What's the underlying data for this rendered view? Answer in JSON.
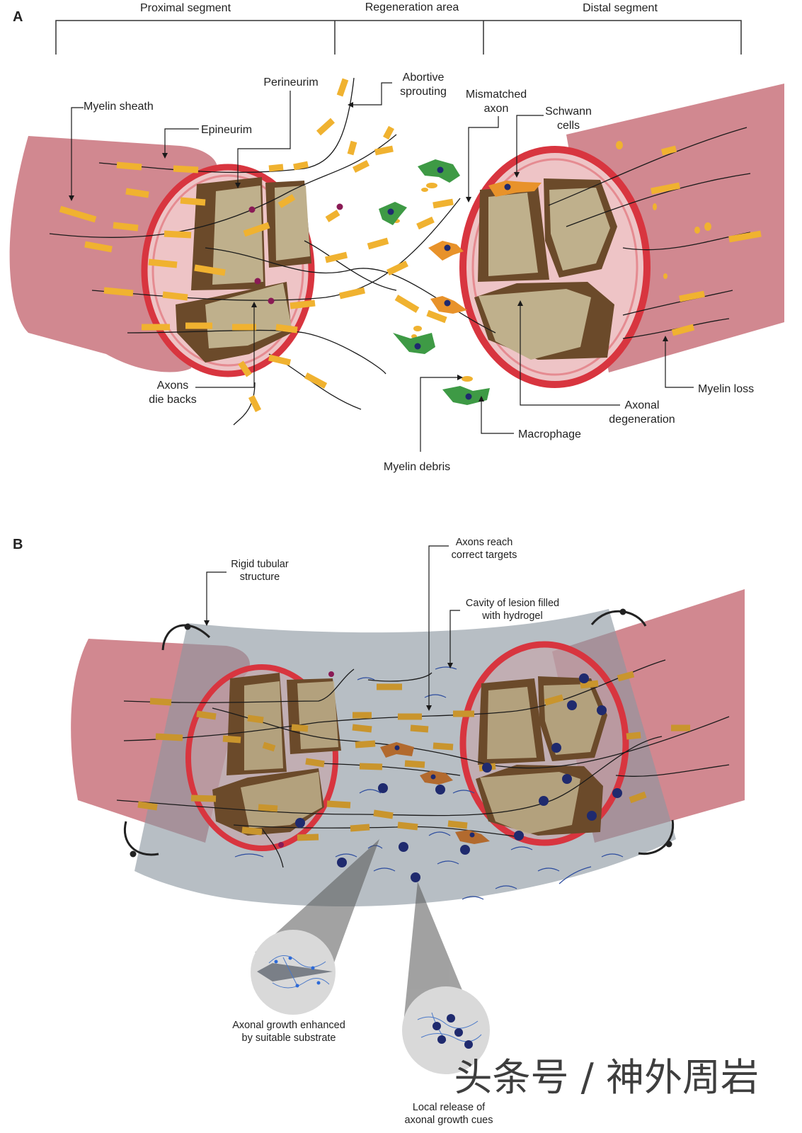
{
  "panel_a": {
    "letter": "A",
    "regions": {
      "proximal": "Proximal segment",
      "regeneration": "Regeneration area",
      "distal": "Distal segment"
    },
    "labels": {
      "myelin_sheath": "Myelin sheath",
      "epineurim": "Epineurim",
      "perineurim": "Perineurim",
      "abortive_1": "Abortive",
      "abortive_2": "sprouting",
      "mismatched_1": "Mismatched",
      "mismatched_2": "axon",
      "schwann_1": "Schwann",
      "schwann_2": "cells",
      "axons_die_1": "Axons",
      "axons_die_2": "die backs",
      "myelin_loss": "Myelin loss",
      "axonal_deg_1": "Axonal",
      "axonal_deg_2": "degeneration",
      "macrophage": "Macrophage",
      "myelin_debris": "Myelin debris"
    }
  },
  "panel_b": {
    "letter": "B",
    "labels": {
      "rigid_1": "Rigid tubular",
      "rigid_2": "structure",
      "reach_1": "Axons reach",
      "reach_2": "correct targets",
      "cavity_1": "Cavity of lesion filled",
      "cavity_2": "with hydrogel",
      "growth_1": "Axonal growth enhanced",
      "growth_2": "by suitable substrate",
      "local_1": "Local release of",
      "local_2": "axonal growth cues"
    }
  },
  "watermark": "头条号 / 神外周岩",
  "colors": {
    "nerve": "#c9737c",
    "epineurium": "#d8353f",
    "perineurium_fill": "#eec4c6",
    "fascicle_dark": "#6b4a2a",
    "fascicle_light": "#bfb08c",
    "myelin": "#f0b230",
    "myelin_b": "#c9952d",
    "macrophage": "#3e9a45",
    "schwann": "#e8922a",
    "nucleus": "#1f2a6e",
    "dot_purple": "#8a1a55",
    "tube": "#8b96a0"
  }
}
